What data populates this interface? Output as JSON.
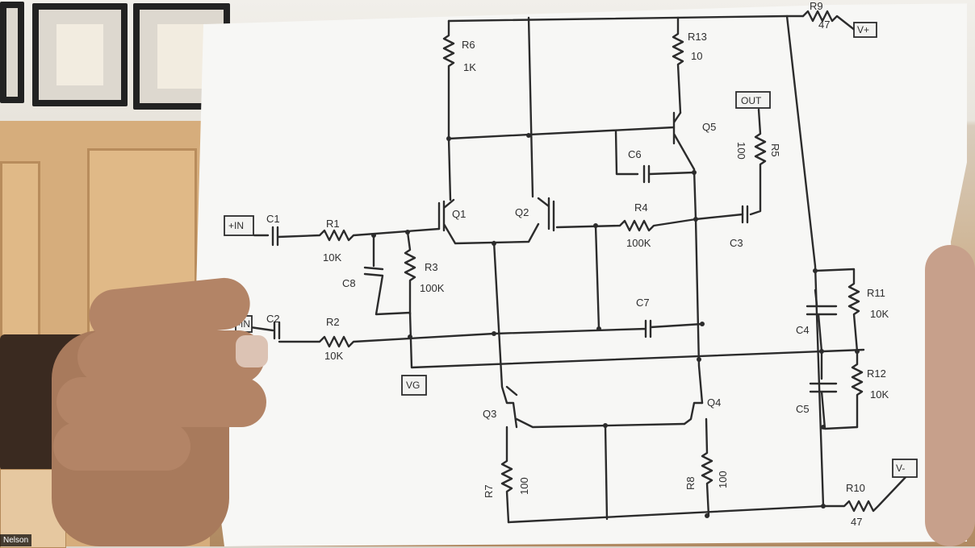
{
  "participant_name": "Nelson",
  "schematic": {
    "components": {
      "R6": {
        "ref": "R6",
        "value": "1K"
      },
      "R13": {
        "ref": "R13",
        "value": "10"
      },
      "R9": {
        "ref": "R9",
        "value": "47"
      },
      "Q5": {
        "ref": "Q5"
      },
      "C6": {
        "ref": "C6"
      },
      "R5": {
        "ref": "R5",
        "value": "100"
      },
      "Q1": {
        "ref": "Q1"
      },
      "Q2": {
        "ref": "Q2"
      },
      "R4": {
        "ref": "R4",
        "value": "100K"
      },
      "C3": {
        "ref": "C3"
      },
      "C1": {
        "ref": "C1"
      },
      "R1": {
        "ref": "R1",
        "value": "10K"
      },
      "C8": {
        "ref": "C8"
      },
      "R3": {
        "ref": "R3",
        "value": "100K"
      },
      "C2": {
        "ref": "C2"
      },
      "R2": {
        "ref": "R2",
        "value": "10K"
      },
      "C7": {
        "ref": "C7"
      },
      "Q3": {
        "ref": "Q3"
      },
      "Q4": {
        "ref": "Q4"
      },
      "R7": {
        "ref": "R7",
        "value": "100"
      },
      "R8": {
        "ref": "R8",
        "value": "100"
      },
      "R10": {
        "ref": "R10",
        "value": "47"
      },
      "C4": {
        "ref": "C4"
      },
      "C5": {
        "ref": "C5"
      },
      "R11": {
        "ref": "R11",
        "value": "10K"
      },
      "R12": {
        "ref": "R12",
        "value": "10K"
      }
    },
    "terminals": {
      "vplus": "V+",
      "out": "OUT",
      "in_plus": "+IN",
      "in_minus": "-IN",
      "vminus": "V-",
      "gnd": "VG"
    }
  }
}
